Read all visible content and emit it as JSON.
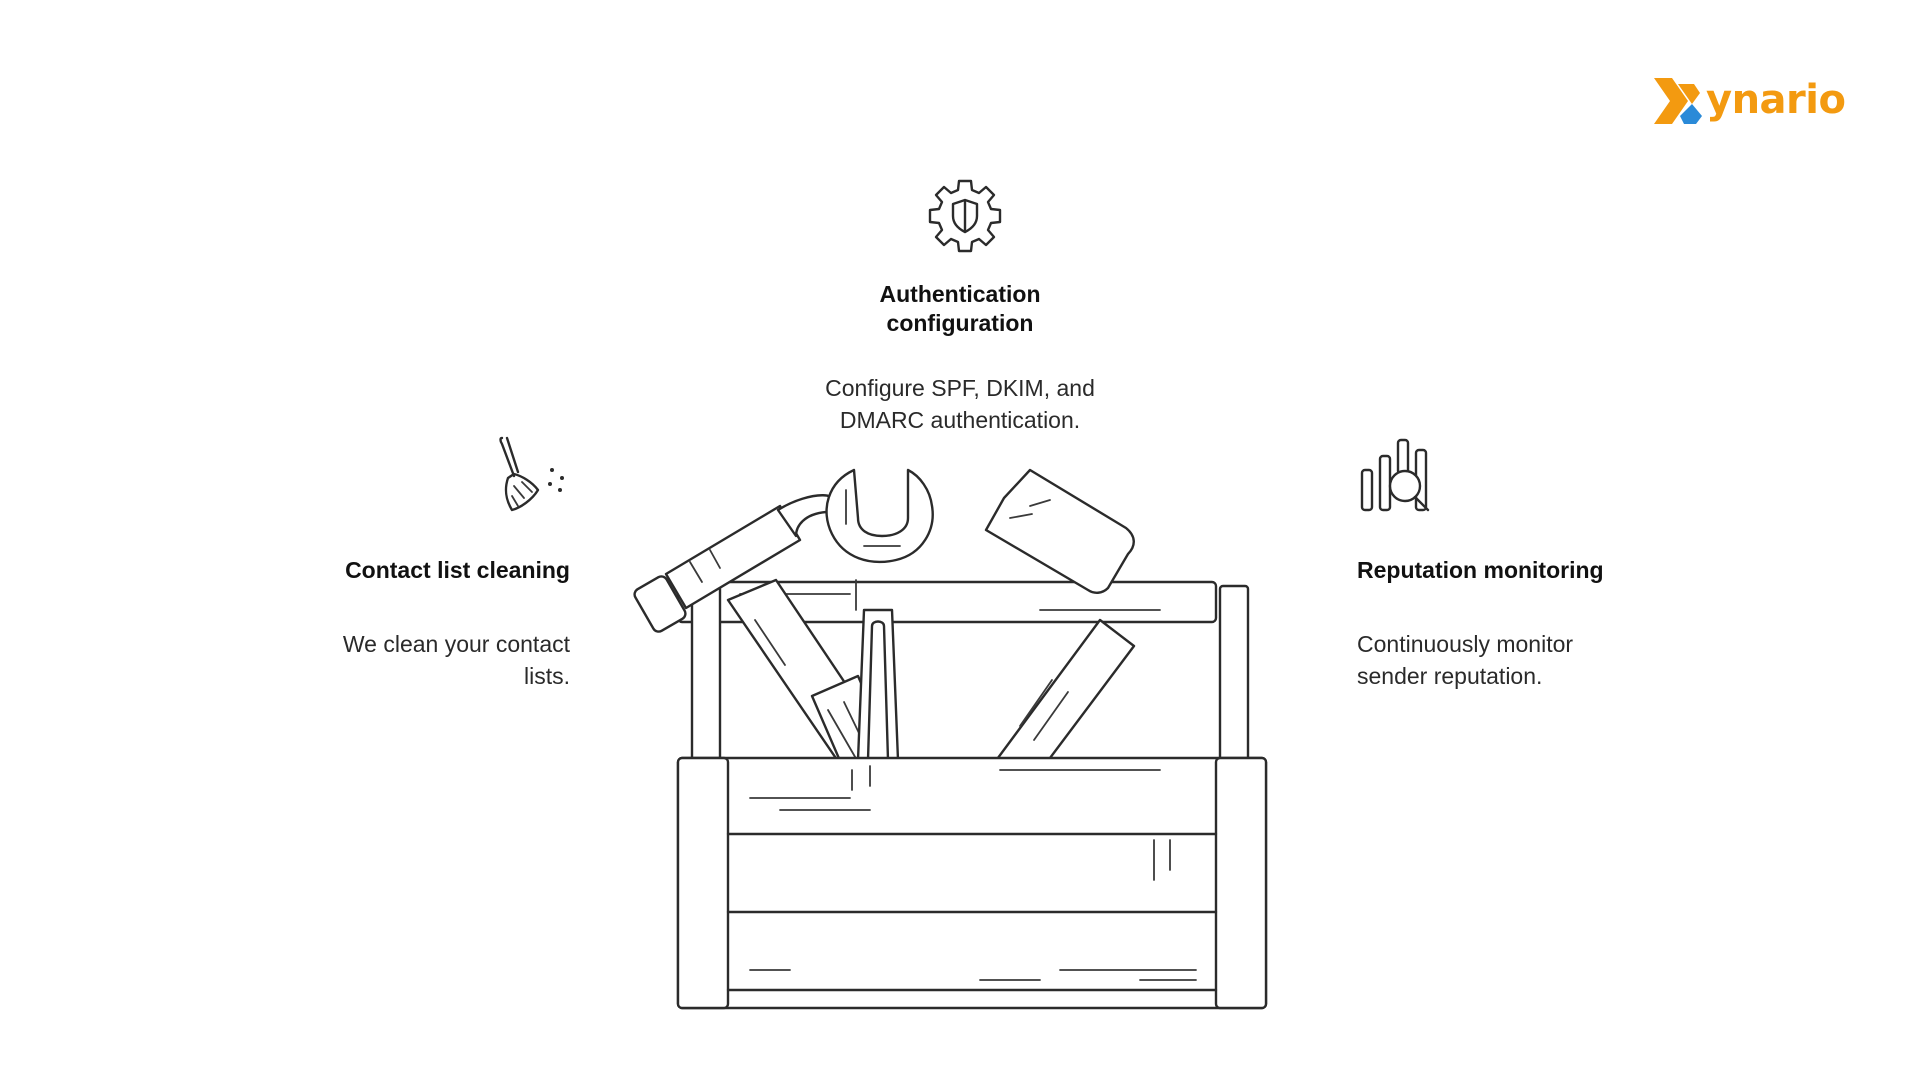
{
  "brand": {
    "name": "ynario",
    "accent_color": "#f39a10",
    "secondary_color": "#2a8ad8"
  },
  "features": {
    "auth": {
      "icon": "gear-shield-icon",
      "title_lines": [
        "Authentication",
        "configuration"
      ],
      "desc_lines": [
        "Configure SPF, DKIM, and",
        "DMARC authentication."
      ]
    },
    "contact": {
      "icon": "broom-icon",
      "title": "Contact list cleaning",
      "desc_lines": [
        "We clean your contact",
        "lists."
      ]
    },
    "reputation": {
      "icon": "chart-magnifier-icon",
      "title": "Reputation monitoring",
      "desc_lines": [
        "Continuously monitor",
        "sender reputation."
      ]
    }
  },
  "illustration": {
    "name": "toolbox-icon",
    "tools": [
      "claw-hammer-icon",
      "wrench-icon",
      "mallet-icon"
    ]
  }
}
